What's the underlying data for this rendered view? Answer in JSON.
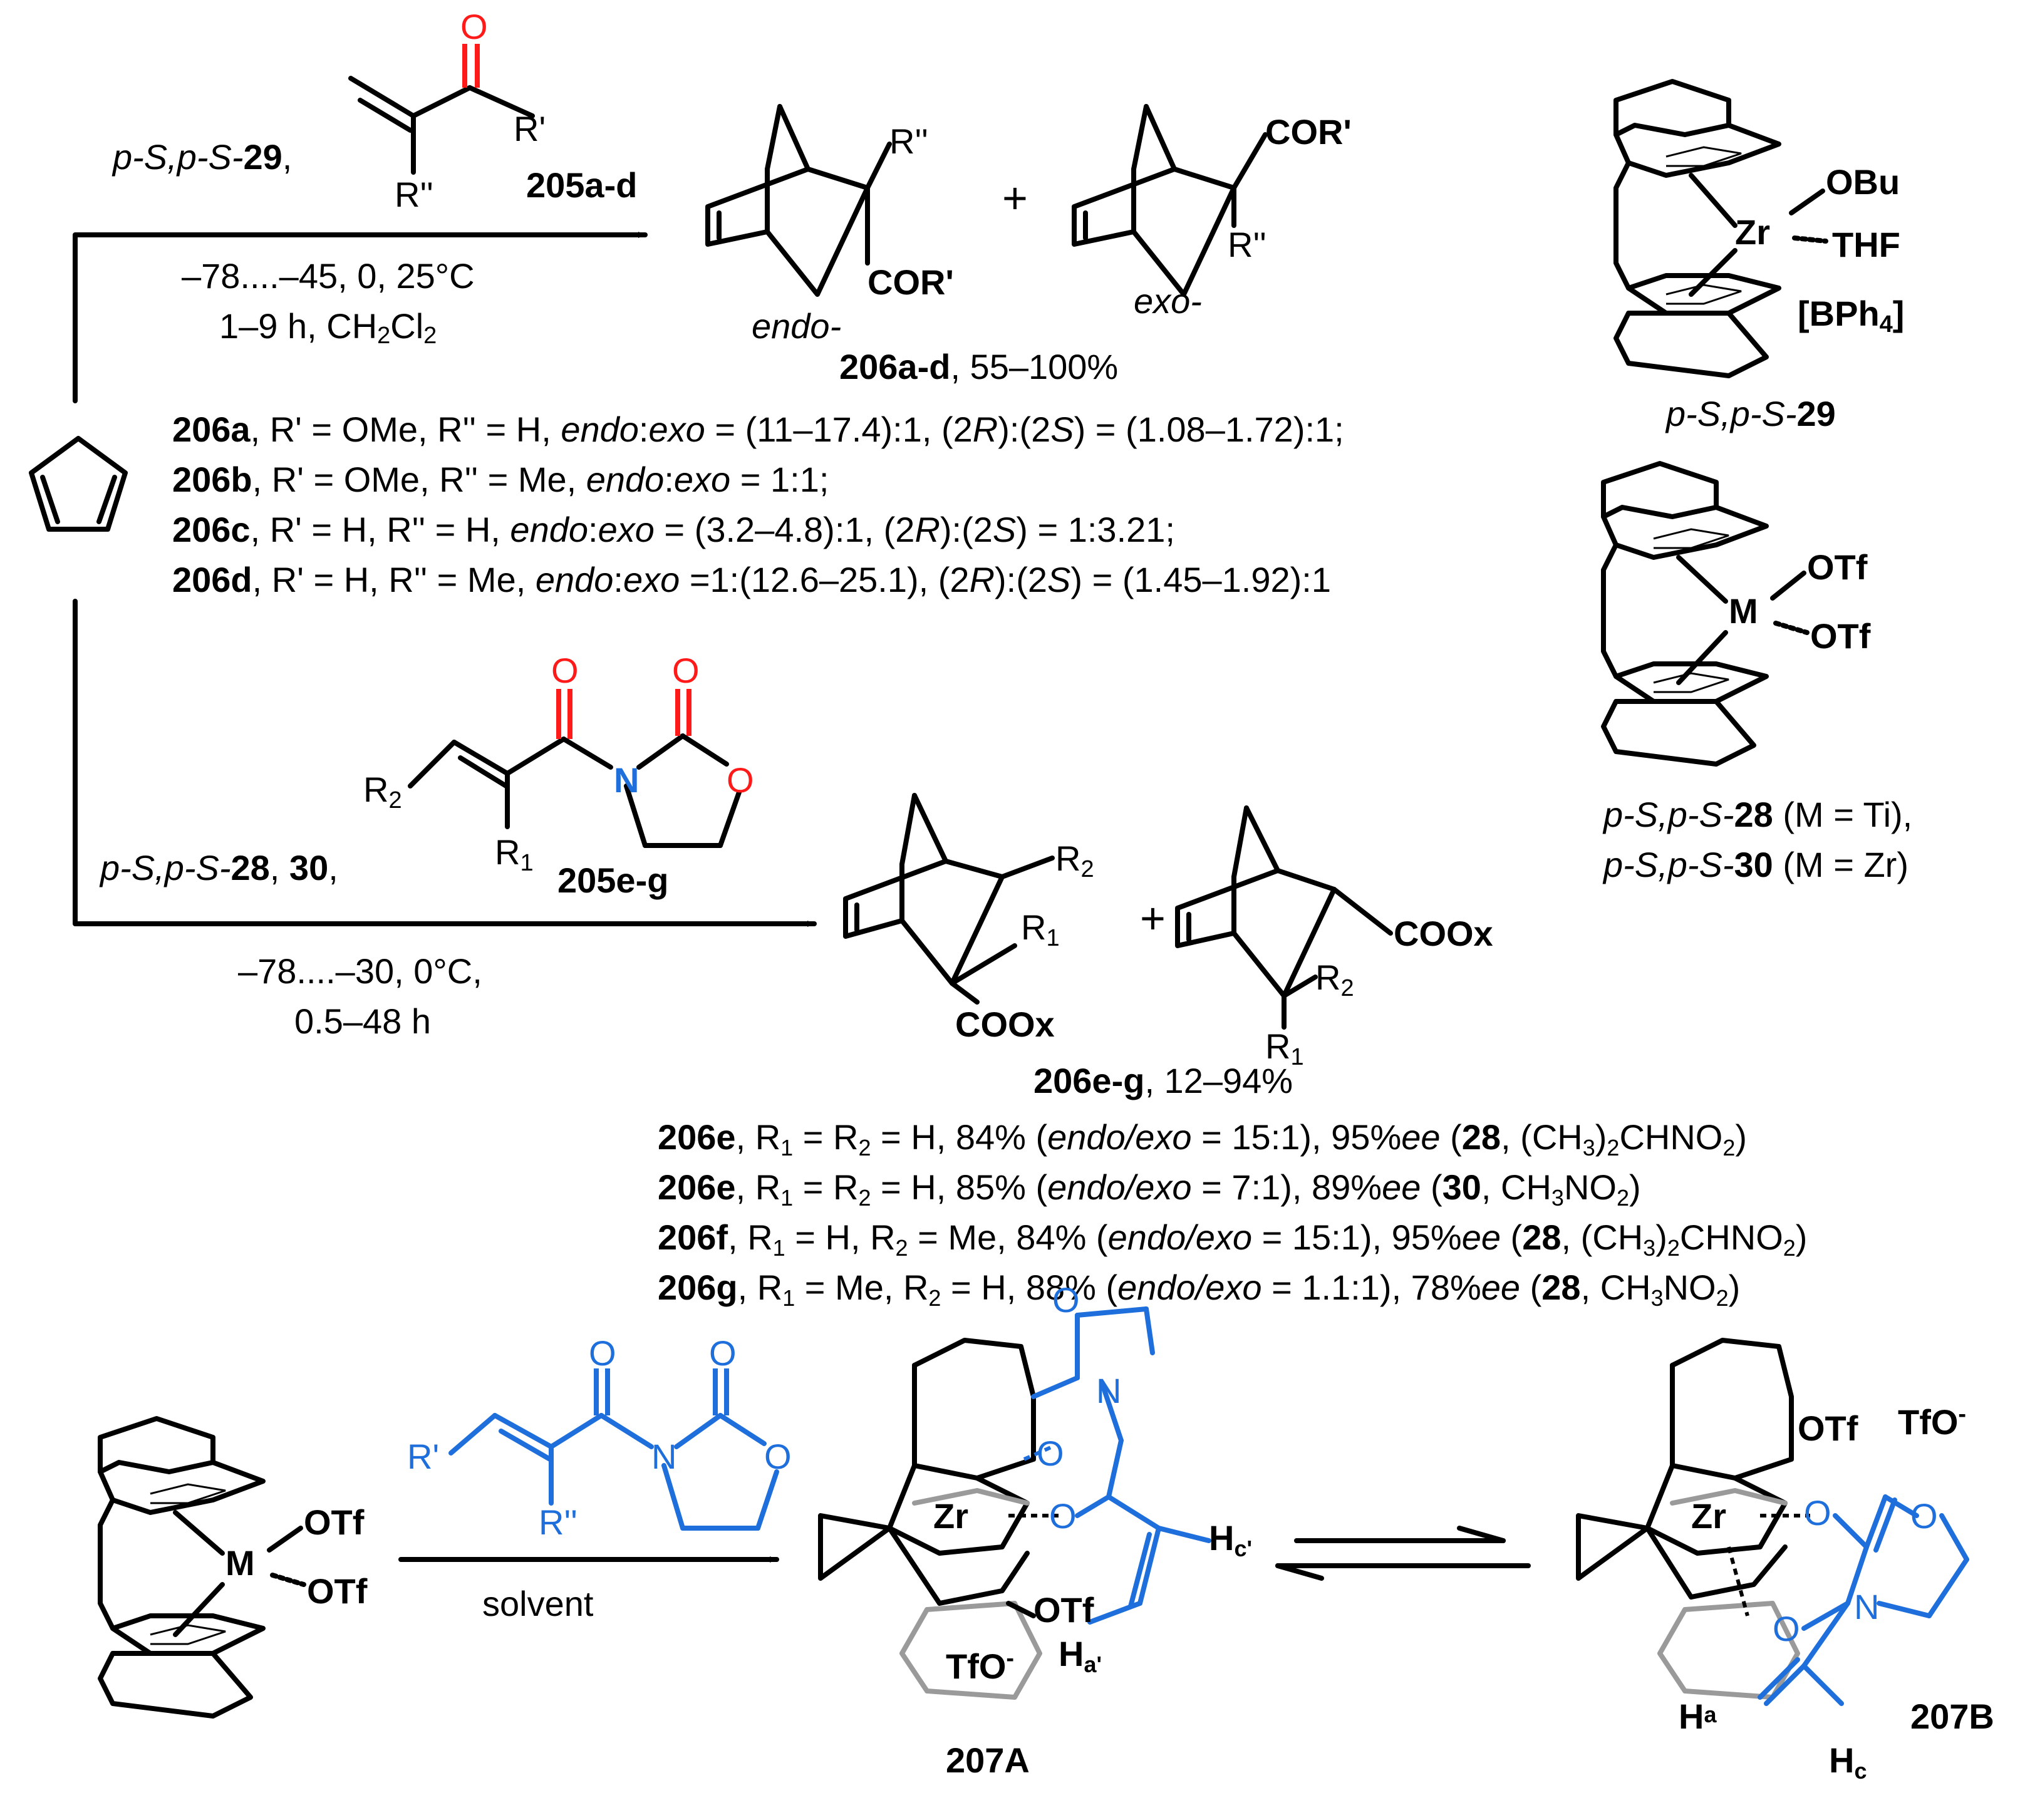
{
  "top": {
    "catalyst": [
      "p-S,p-S-",
      "29",
      ","
    ],
    "reagent": "205a-d",
    "conditions": [
      "–78....–45, 0, 25°C",
      "1–9 h, CH",
      "2",
      "Cl",
      "2"
    ],
    "product_labels": {
      "endo": "endo-",
      "exo": "exo-"
    },
    "yield": [
      "206a-d",
      ", 55–100%"
    ],
    "substituents": {
      "r1": "R'",
      "r2": "R''",
      "cor": "COR'"
    },
    "plus": "+",
    "rows": [
      [
        "206a",
        ", R' = OMe, R'' = H, ",
        "endo",
        ":",
        "exo",
        " = (11–17.4):1, (2",
        "R",
        "):(2",
        "S",
        ") = (1.08–1.72):1;"
      ],
      [
        "206b",
        ", R' = OMe, R'' = Me, ",
        "endo",
        ":",
        "exo",
        " = 1:1;"
      ],
      [
        "206c",
        ", R' = H, R'' = H, ",
        "endo",
        ":",
        "exo",
        " = (3.2–4.8):1, (2",
        "R",
        "):(2",
        "S",
        ") = 1:3.21;"
      ],
      [
        "206d",
        ", R' = H, R'' = Me, ",
        "endo",
        ":",
        "exo",
        " =1:(12.6–25.1), (2",
        "R",
        "):(2",
        "S",
        ") = (1.45–1.92):1"
      ]
    ]
  },
  "middle": {
    "catalyst": [
      "p-S,p-S-",
      "28",
      ", ",
      "30",
      ","
    ],
    "reagent": "205e-g",
    "conditions": [
      "–78....–30, 0°C,",
      "0.5–48 h"
    ],
    "yield": [
      "206e-g",
      ", 12–94%"
    ],
    "substituents": {
      "r1": "R",
      "r1sub": "1",
      "r2": "R",
      "r2sub": "2",
      "coox": "COOx",
      "n": "N",
      "o": "O"
    },
    "plus": "+",
    "rows": [
      [
        "206e",
        ", R",
        "1",
        " = R",
        "2",
        " = H, 84%  (",
        "endo/exo",
        " = 15:1), 95%",
        "ee",
        " (",
        "28",
        ", (CH",
        "3",
        ")",
        "2",
        "CHNO",
        "2",
        ")"
      ],
      [
        "206e",
        ", R",
        "1",
        " = R",
        "2",
        " = H, 85%  (",
        "endo/exo",
        " = 7:1), 89%",
        "ee",
        " (",
        "30",
        ", CH",
        "3",
        "NO",
        "2",
        ")"
      ],
      [
        "206f",
        ", R",
        "1",
        " = H, R",
        "2",
        " = Me, 84% (",
        "endo/exo",
        " = 15:1), 95%",
        "ee",
        " (",
        "28",
        ", (CH",
        "3",
        ")",
        "2",
        "CHNO",
        "2",
        ")"
      ],
      [
        "206g",
        ", R",
        "1",
        " = Me, R",
        "2",
        " = H, 88% (",
        "endo/exo",
        " = 1.1:1), 78%",
        "ee",
        " (",
        "28",
        ", CH",
        "3",
        "NO",
        "2",
        ")"
      ]
    ]
  },
  "right": {
    "cat29": {
      "metal": "Zr",
      "l1": "OBu",
      "l2": "THF",
      "anion": "[BPh",
      "anion_sub": "4",
      "anion_end": "]",
      "label": [
        "p-S,p-S-",
        "29"
      ]
    },
    "cat28": {
      "metal": "M",
      "l1": "OTf",
      "l2": "OTf",
      "label1": [
        "p-S,p-S-",
        "28",
        " (M = Ti),"
      ],
      "label2": [
        "p-S,p-S-",
        "30",
        " (M = Zr)"
      ]
    }
  },
  "bottom": {
    "metal": "M",
    "otf": "OTf",
    "solvent": "solvent",
    "substrate": {
      "r1": "R'",
      "r2": "R''",
      "n": "N",
      "o": "O"
    },
    "a": {
      "label": "207A",
      "zr": "Zr",
      "otf": "OTf",
      "tfo": "TfO",
      "tfo_sup": "-",
      "hc": "H",
      "hc_sub": "c'",
      "ha": "H",
      "ha_sub": "a'",
      "o": "O",
      "n": "N"
    },
    "b": {
      "label": "207B",
      "zr": "Zr",
      "otf": "OTf",
      "tfo": "TfO",
      "tfo_sup": "-",
      "hc": "H",
      "hc_sub": "c",
      "ha": "H",
      "ha_sub": "a",
      "o": "O",
      "n": "N"
    }
  },
  "colors": {
    "oxygen": "#ff1a1a",
    "nitrogen": "#1e6fdc",
    "substrate": "#1e6fdc",
    "ghost": "#9a9a9a"
  }
}
